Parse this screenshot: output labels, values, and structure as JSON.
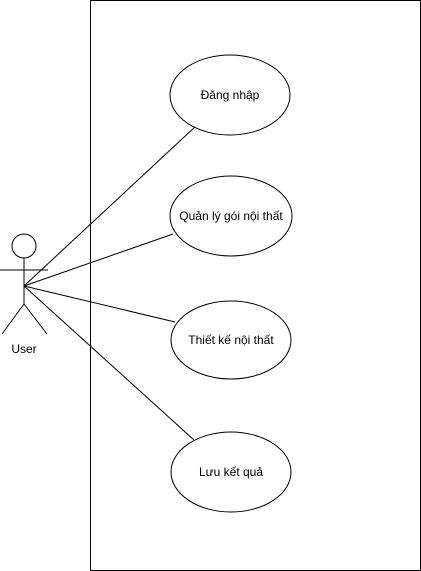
{
  "diagram": {
    "actor": {
      "name": "User"
    },
    "use_cases": [
      {
        "label": "Đăng nhập"
      },
      {
        "label": "Quản lý gói nội thất"
      },
      {
        "label": "Thiết kế nội thất"
      },
      {
        "label": "Lưu kết quả"
      }
    ],
    "colors": {
      "stroke": "#000000",
      "fill": "#ffffff",
      "text": "#000000"
    }
  }
}
